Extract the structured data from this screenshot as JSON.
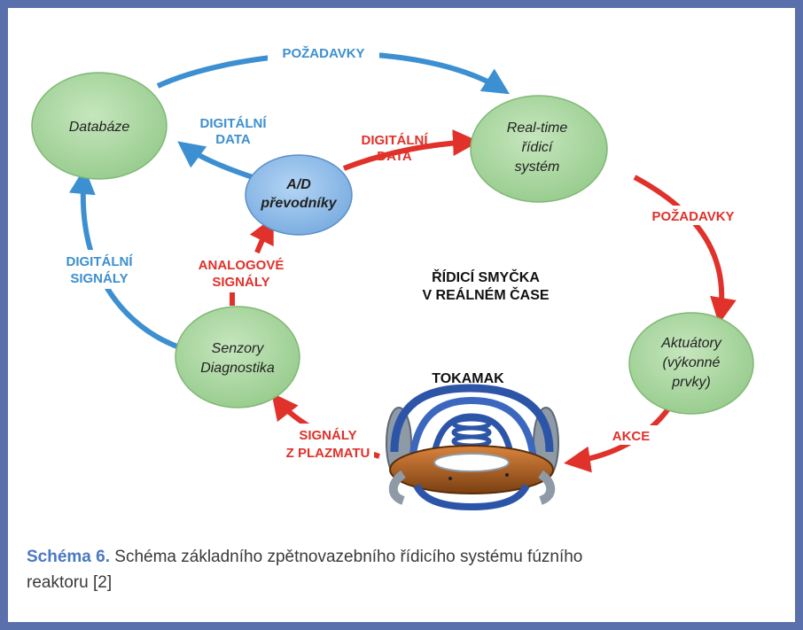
{
  "diagram": {
    "nodes": {
      "databaze": "Databáze",
      "ad_line1": "A/D",
      "ad_line2": "převodníky",
      "realtime_line1": "Real-time",
      "realtime_line2": "řídicí",
      "realtime_line3": "systém",
      "senzory_line1": "Senzory",
      "senzory_line2": "Diagnostika",
      "aktuatory_line1": "Aktuátory",
      "aktuatory_line2": "(výkonné",
      "aktuatory_line3": "prvky)"
    },
    "edge_labels": {
      "pozadavky_top": "POŽADAVKY",
      "digitalni_data_blue_1": "DIGITÁLNÍ",
      "digitalni_data_blue_2": "DATA",
      "digitalni_data_red_1": "DIGITÁLNÍ",
      "digitalni_data_red_2": "DATA",
      "pozadavky_right": "POŽADAVKY",
      "digitalni_signaly_1": "DIGITÁLNÍ",
      "digitalni_signaly_2": "SIGNÁLY",
      "analogove_1": "ANALOGOVÉ",
      "analogove_2": "SIGNÁLY",
      "akce": "AKCE",
      "signaly_plazmatu_1": "SIGNÁLY",
      "signaly_plazmatu_2": "Z PLAZMATU"
    },
    "center_label_1": "ŘÍDICÍ SMYČKA",
    "center_label_2": "V REÁLNÉM ČASE",
    "tokamak_label": "TOKAMAK"
  },
  "caption": {
    "figure_label": "Schéma 6.",
    "text_line1": "Schéma základního zpětnovazebního řídicího systému fúzního",
    "text_line2": "reaktoru [2]"
  },
  "colors": {
    "frame": "#5a70ad",
    "blue_arrow": "#3c8fd0",
    "red_arrow": "#e0312a",
    "green_node": "#a9d6a0",
    "blue_node": "#8fbde8",
    "caption_label": "#4a78c2"
  }
}
